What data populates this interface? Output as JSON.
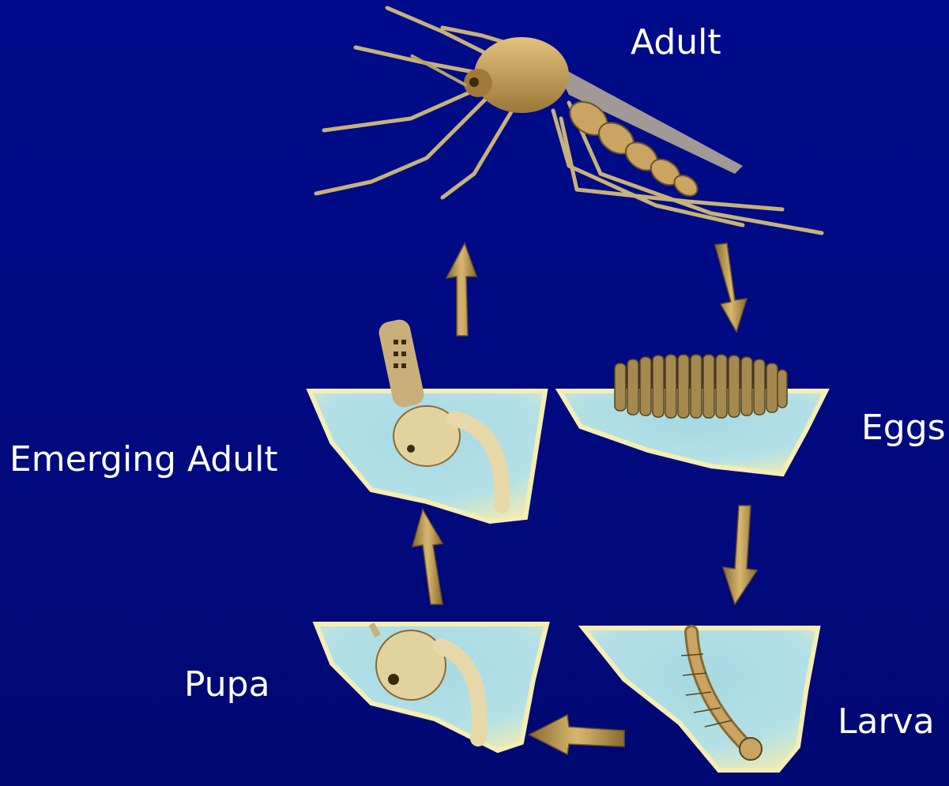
{
  "stages": {
    "adult": "Adult",
    "eggs": "Eggs",
    "emerging_adult": "Emerging Adult",
    "pupa": "Pupa",
    "larva": "Larva"
  },
  "colors": {
    "background": "#000a80",
    "water": "#a9dde6",
    "water_edge": "#f2ecb0",
    "insect": "#c9a462",
    "arrow": "#b8944e",
    "label": "#ffffff"
  }
}
